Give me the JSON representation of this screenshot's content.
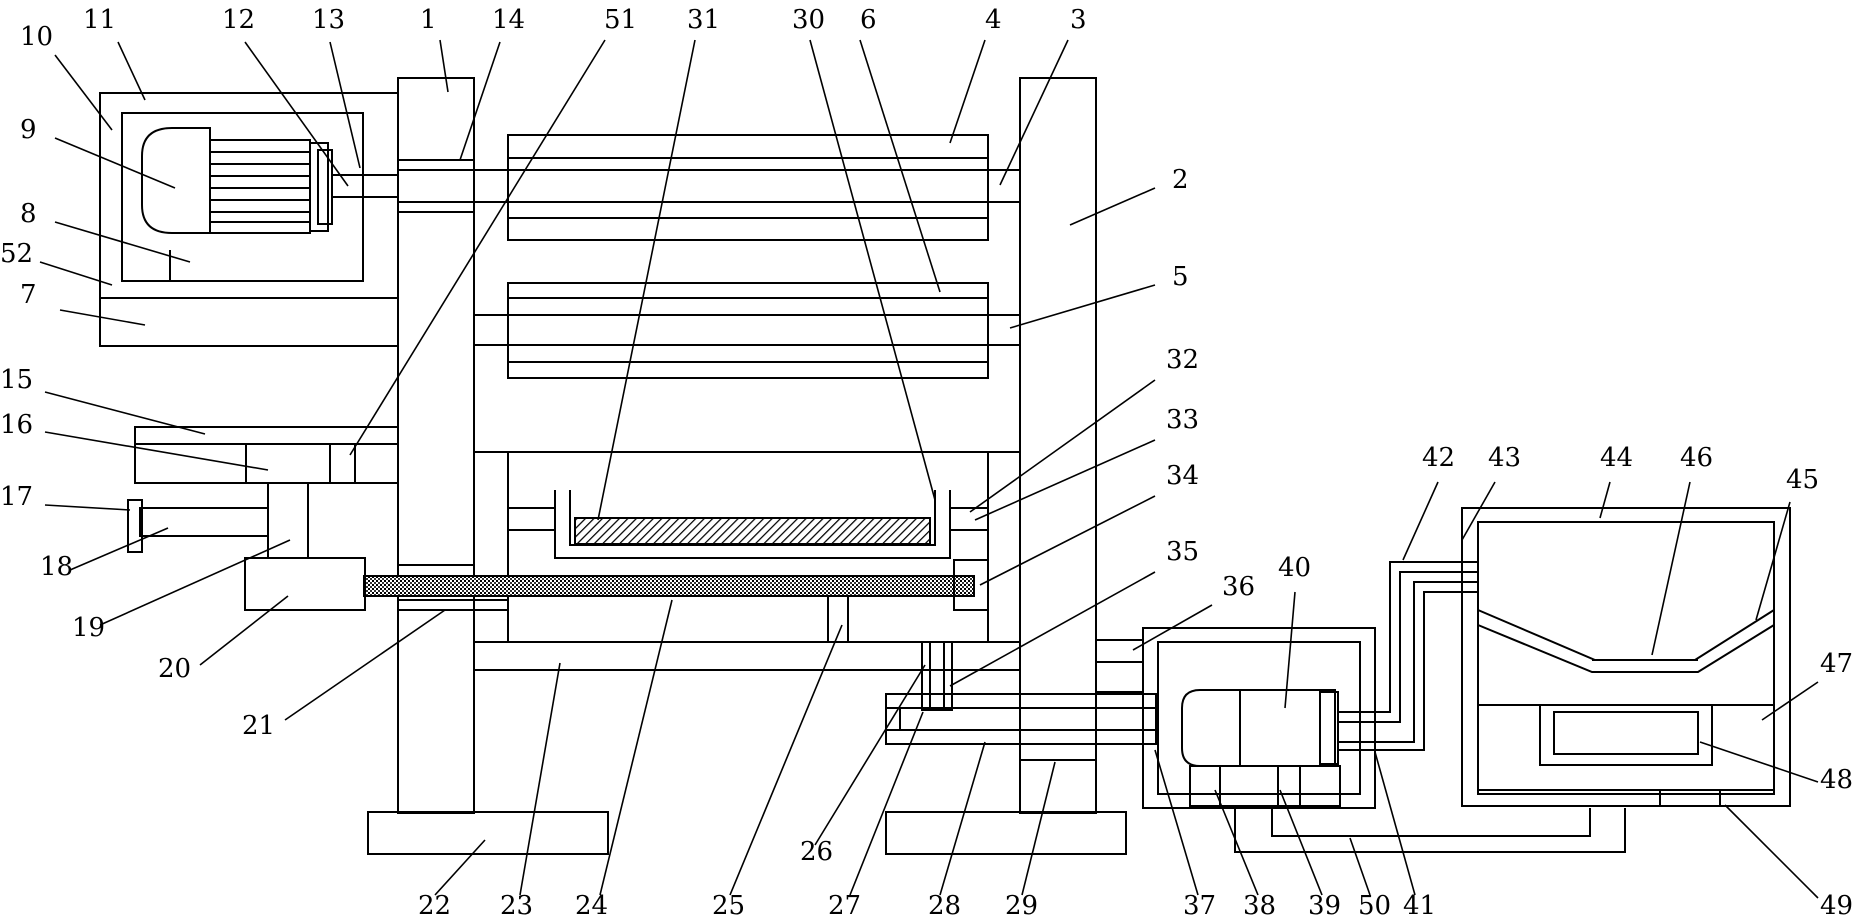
{
  "labels": [
    "1",
    "2",
    "3",
    "4",
    "5",
    "6",
    "7",
    "8",
    "9",
    "10",
    "11",
    "12",
    "13",
    "14",
    "15",
    "16",
    "17",
    "18",
    "19",
    "20",
    "21",
    "22",
    "23",
    "24",
    "25",
    "26",
    "27",
    "28",
    "29",
    "30",
    "31",
    "32",
    "33",
    "34",
    "35",
    "36",
    "37",
    "38",
    "39",
    "40",
    "41",
    "42",
    "43",
    "44",
    "45",
    "46",
    "47",
    "48",
    "49",
    "50",
    "51",
    "52"
  ],
  "colors": {
    "stroke": "#000000",
    "background": "#ffffff"
  }
}
